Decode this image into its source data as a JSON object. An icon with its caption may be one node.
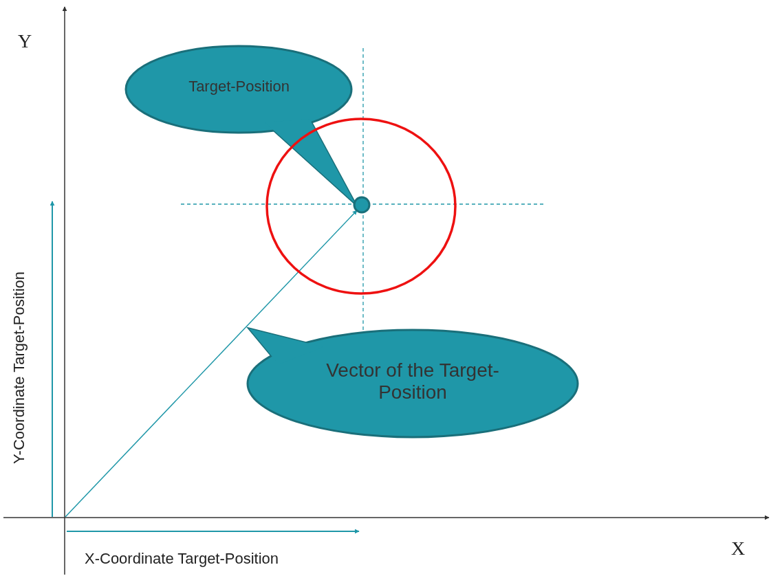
{
  "diagram": {
    "nodes": [
      {
        "text": [
          "Target-Position"
        ]
      },
      {
        "text": [],
        "shape": "circle"
      },
      {
        "text": [],
        "shape": "circle",
        "in": 1
      },
      {
        "text": [
          "Vector of the Target-Position"
        ]
      }
    ],
    "edges": [
      {
        "from": null,
        "to": 2,
        "arrow": "to"
      }
    ],
    "labels": [
      "Y",
      "Y-Coordinate Target-Position",
      "X-Coordinate Target-Position",
      "X"
    ]
  }
}
